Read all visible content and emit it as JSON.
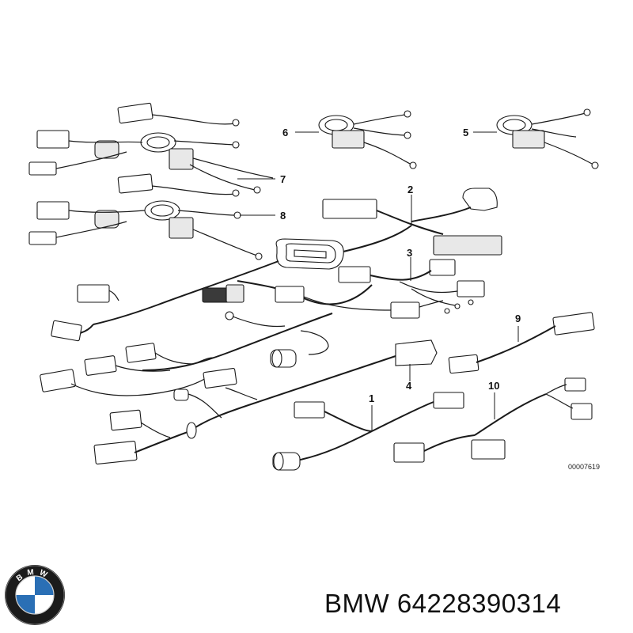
{
  "diagram": {
    "callouts": [
      {
        "id": "1",
        "label": "1"
      },
      {
        "id": "2",
        "label": "2"
      },
      {
        "id": "3",
        "label": "3"
      },
      {
        "id": "4",
        "label": "4"
      },
      {
        "id": "5",
        "label": "5"
      },
      {
        "id": "6",
        "label": "6"
      },
      {
        "id": "7",
        "label": "7"
      },
      {
        "id": "8",
        "label": "8"
      },
      {
        "id": "9",
        "label": "9"
      },
      {
        "id": "10",
        "label": "10"
      }
    ],
    "reference_number": "00007619"
  },
  "brand": {
    "logo_letters": "BMW",
    "caption": "BMW 64228390314"
  },
  "colors": {
    "line": "#1a1a1a",
    "background": "#ffffff",
    "logo_blue": "#2a6fb5",
    "logo_ring": "#1b1b1b"
  }
}
